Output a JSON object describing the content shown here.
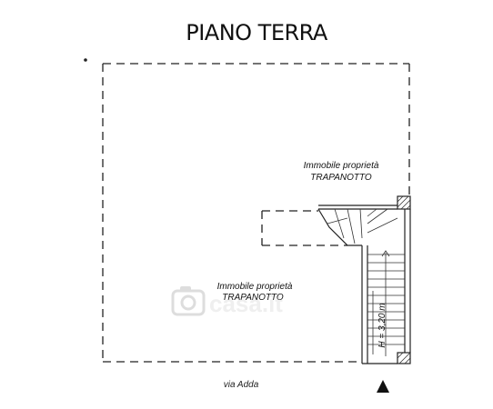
{
  "title": "PIANO TERRA",
  "labels": {
    "upper_line1": "Immobile proprietà",
    "upper_line2": "TRAPANOTTO",
    "lower_line1": "Immobile proprietà",
    "lower_line2": "TRAPANOTTO",
    "street": "via Adda",
    "height": "H = 3,20 m"
  },
  "watermark": "casa.it",
  "icons": [
    "north-arrow-icon",
    "camera-icon"
  ]
}
